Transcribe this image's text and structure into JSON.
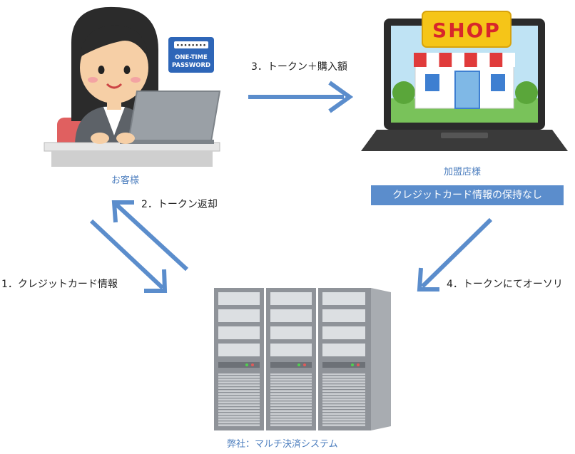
{
  "otp_card": {
    "lines": [
      "ONE-TIME",
      "PASSWORD"
    ],
    "code": "••••••••"
  },
  "shop_sign": "SHOP",
  "actors": {
    "customer": "お客様",
    "merchant": "加盟店様",
    "merchant_note": "クレジットカード情報の保持なし",
    "system": "弊社：マルチ決済システム"
  },
  "steps": [
    "1．クレジットカード情報",
    "2．トークン返却",
    "3．トークン＋購入額",
    "4．トークンにてオーソリ"
  ],
  "colors": {
    "arrow": "#5b8dcc",
    "caption": "#4e7fbf",
    "badge": "#5b8dcc",
    "shop_sign_bg": "#f5c518",
    "shop_sign_text": "#d8262b",
    "awning_red": "#e03b3b",
    "server_body": "#8f9399"
  },
  "icons": {
    "customer": "woman-with-laptop-icon",
    "merchant": "laptop-with-shop-icon",
    "system": "server-rack-icon"
  }
}
